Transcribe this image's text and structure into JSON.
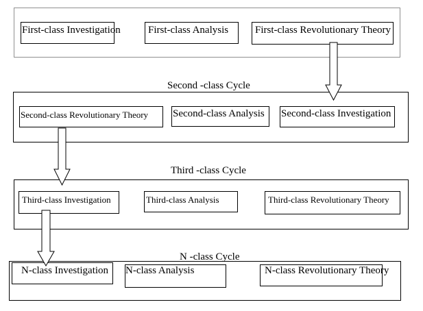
{
  "cycles": [
    {
      "title": "",
      "nodes": [
        "First-class Investigation",
        "First-class Analysis",
        "First-class Revolutionary Theory"
      ]
    },
    {
      "title": "Second -class Cycle",
      "nodes": [
        "Second-class Revolutionary Theory",
        "Second-class Analysis",
        "Second-class Investigation"
      ]
    },
    {
      "title": "Third -class Cycle",
      "nodes": [
        "Third-class Investigation",
        "Third-class Analysis",
        "Third-class Revolutionary Theory"
      ]
    },
    {
      "title": "N -class Cycle",
      "nodes": [
        "N-class Investigation",
        "N-class Analysis",
        "N-class Revolutionary Theory"
      ]
    }
  ],
  "arrows": [
    {
      "from": "First-class Revolutionary Theory",
      "to": "Second-class Investigation",
      "style": "hollow-block-arrow-down"
    },
    {
      "from": "Second-class Revolutionary Theory",
      "to": "Third-class Investigation",
      "style": "hollow-block-arrow-down"
    },
    {
      "from": "Third-class Investigation",
      "to": "N-class Investigation",
      "style": "hollow-block-arrow-down"
    }
  ],
  "colors": {
    "outer_frame_first": "#8f8f8f",
    "stroke": "#000000",
    "background": "#ffffff"
  }
}
